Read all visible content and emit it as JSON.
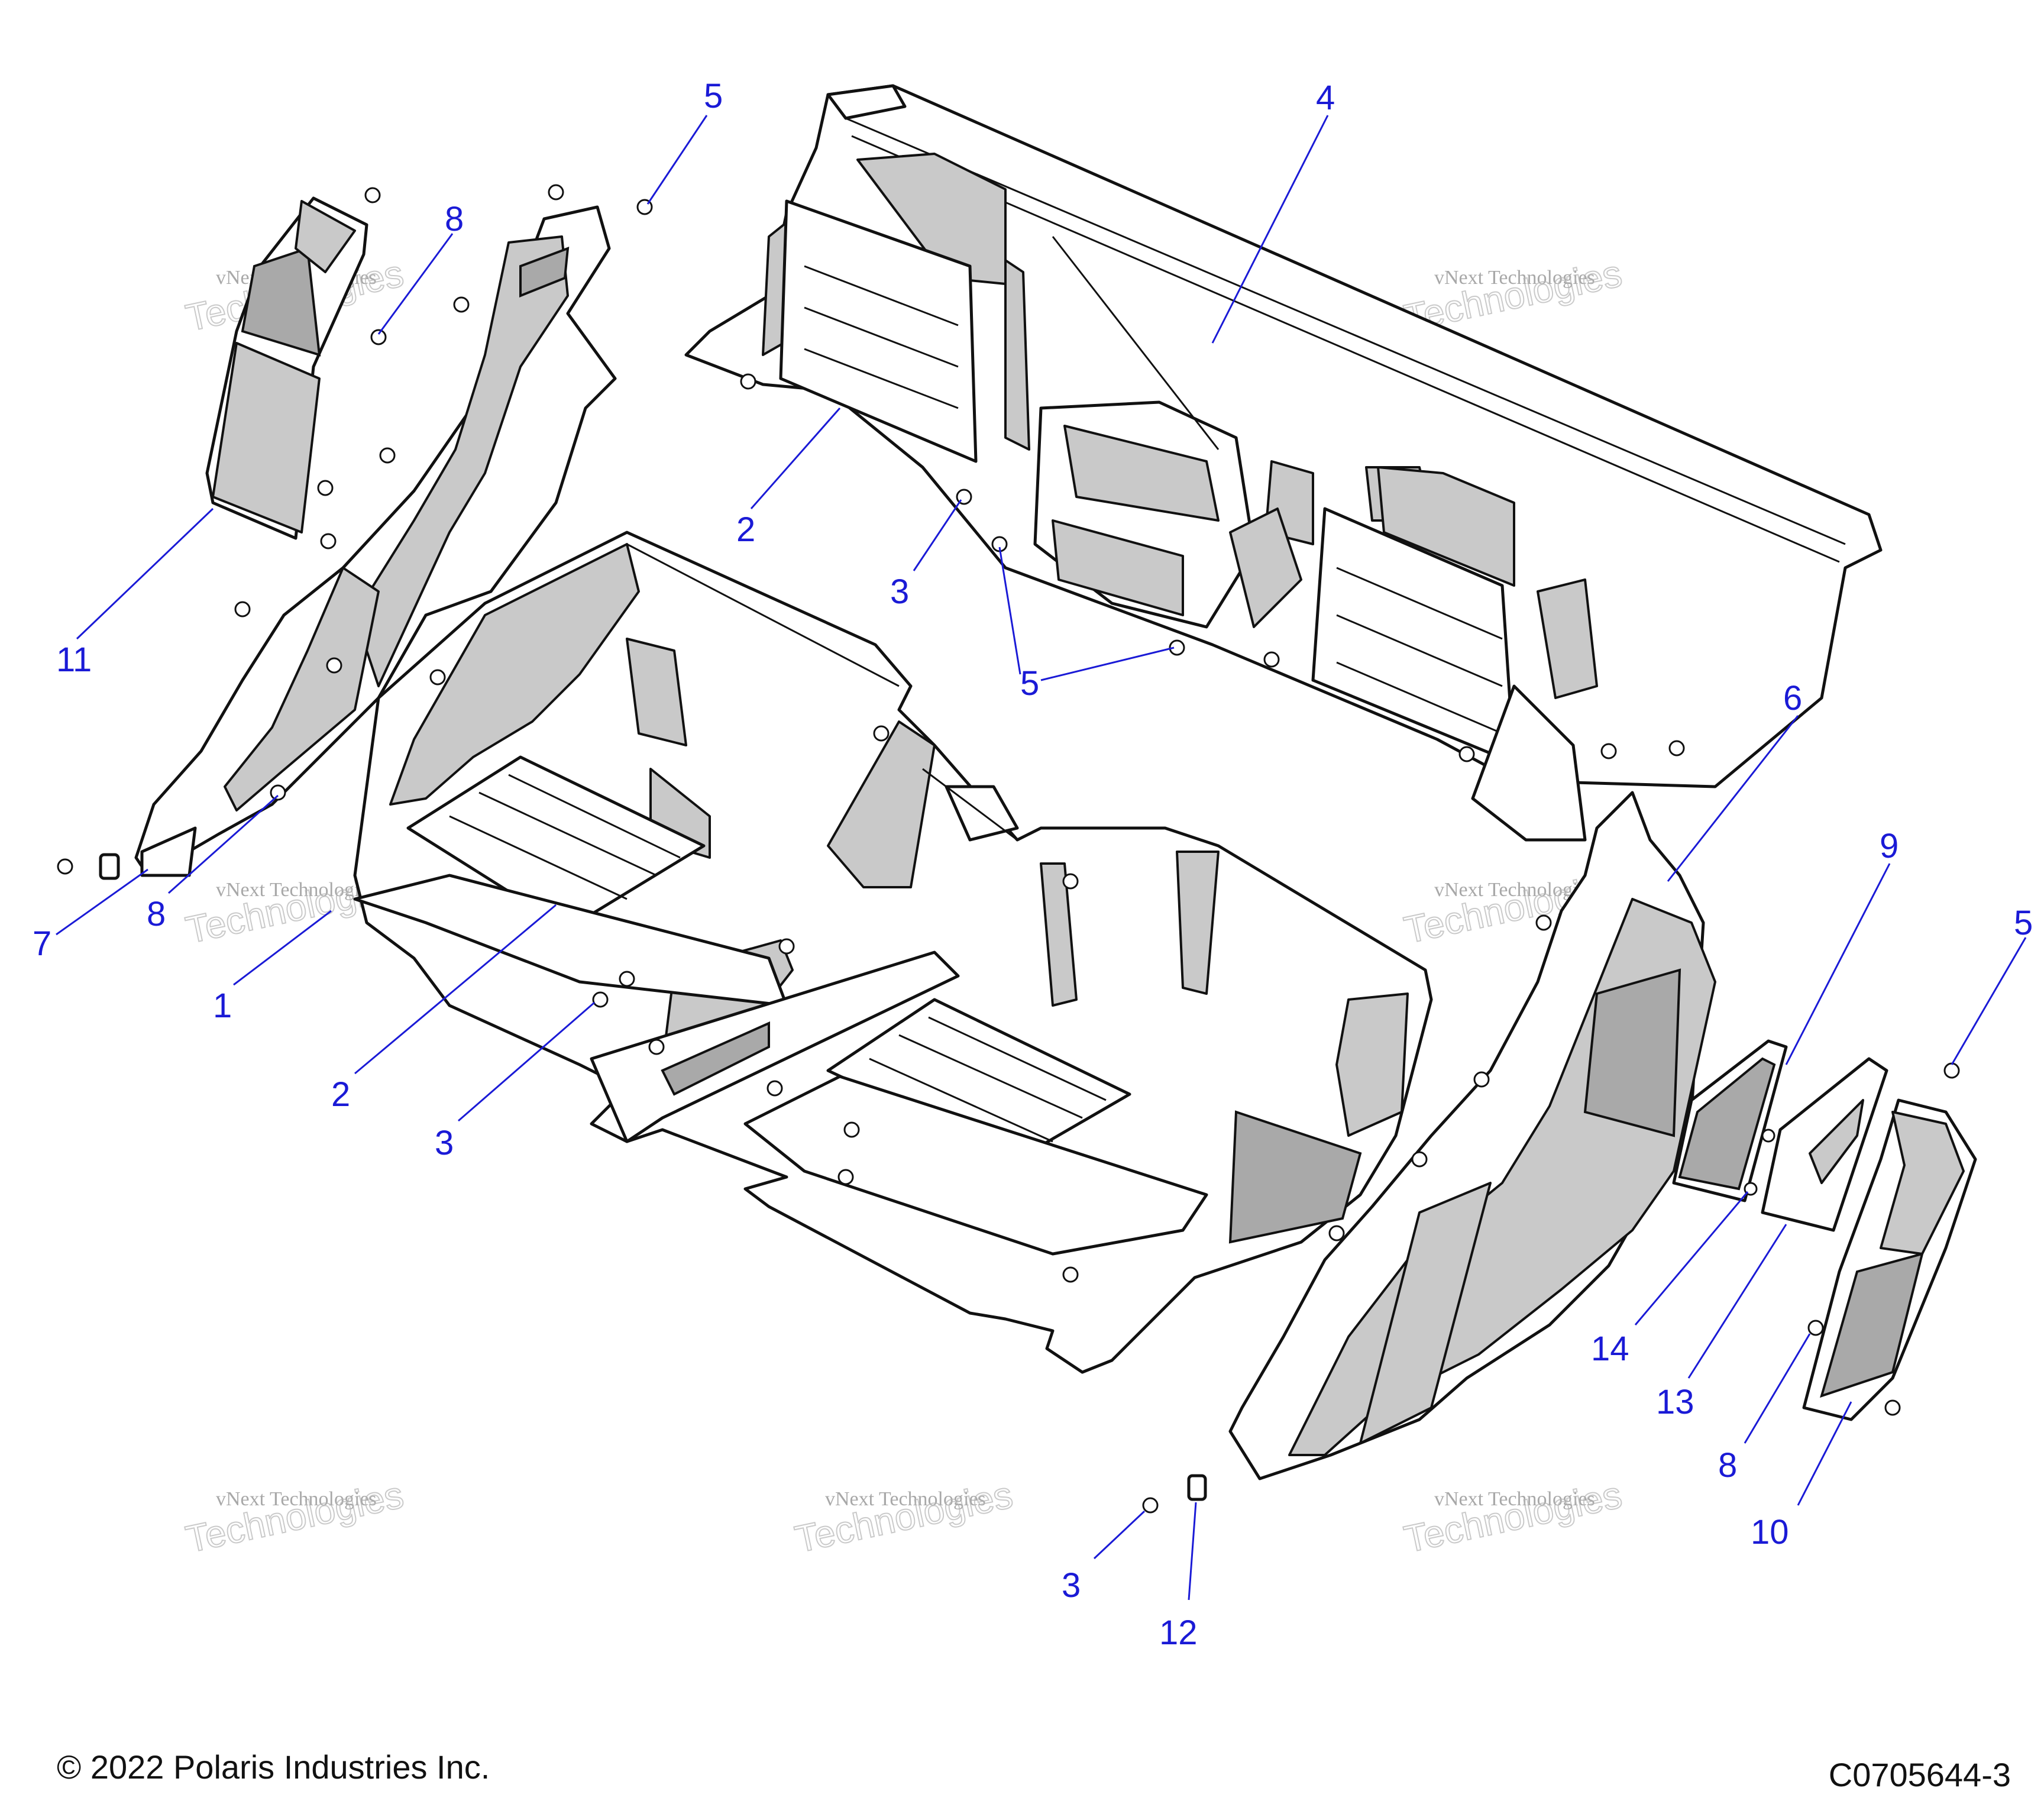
{
  "watermark": {
    "line1": "vNext Technologies",
    "line2": "vNext",
    "line3": "Technologies"
  },
  "callouts": [
    {
      "id": "c5a",
      "label": "5"
    },
    {
      "id": "c4",
      "label": "4"
    },
    {
      "id": "c8a",
      "label": "8"
    },
    {
      "id": "c11",
      "label": "11"
    },
    {
      "id": "c2a",
      "label": "2"
    },
    {
      "id": "c3a",
      "label": "3"
    },
    {
      "id": "c5b",
      "label": "5"
    },
    {
      "id": "c6",
      "label": "6"
    },
    {
      "id": "c9",
      "label": "9"
    },
    {
      "id": "c5c",
      "label": "5"
    },
    {
      "id": "c7",
      "label": "7"
    },
    {
      "id": "c8b",
      "label": "8"
    },
    {
      "id": "c1",
      "label": "1"
    },
    {
      "id": "c2b",
      "label": "2"
    },
    {
      "id": "c3b",
      "label": "3"
    },
    {
      "id": "c14",
      "label": "14"
    },
    {
      "id": "c13",
      "label": "13"
    },
    {
      "id": "c8c",
      "label": "8"
    },
    {
      "id": "c10",
      "label": "10"
    },
    {
      "id": "c3c",
      "label": "3"
    },
    {
      "id": "c12",
      "label": "12"
    }
  ],
  "footer": {
    "copyright": "© 2022 Polaris Industries Inc.",
    "drawing_code": "C0705644-3"
  }
}
